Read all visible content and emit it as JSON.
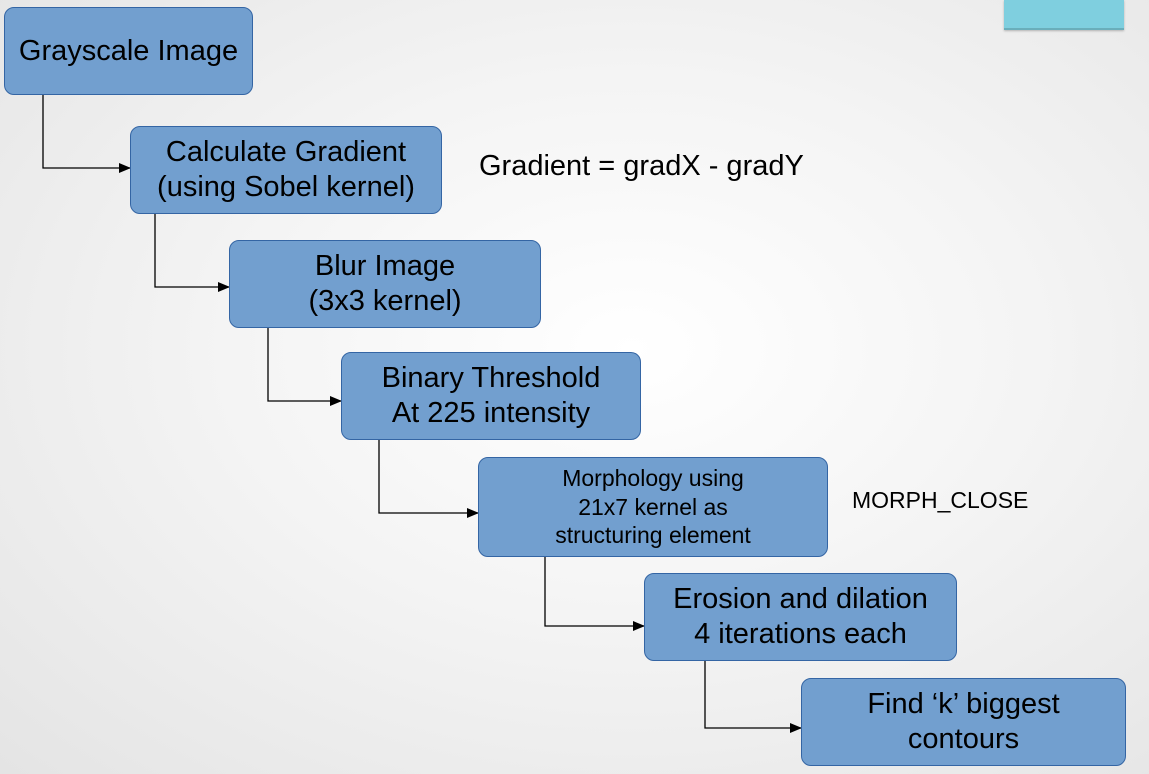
{
  "colors": {
    "box_fill": "#729fcf",
    "box_border": "#3465a4",
    "connector": "#000000",
    "corner_tab": "#7fcfdf"
  },
  "steps": [
    {
      "lines": [
        "Grayscale Image"
      ]
    },
    {
      "lines": [
        "Calculate Gradient",
        "(using Sobel kernel)"
      ]
    },
    {
      "lines": [
        "Blur Image",
        "(3x3 kernel)"
      ]
    },
    {
      "lines": [
        "Binary Threshold",
        "At 225 intensity"
      ]
    },
    {
      "lines": [
        "Morphology using",
        "21x7 kernel as",
        "structuring element"
      ]
    },
    {
      "lines": [
        "Erosion and dilation",
        "4 iterations each"
      ]
    },
    {
      "lines": [
        "Find ‘k’ biggest",
        "contours"
      ]
    }
  ],
  "notes": {
    "gradient_formula": "Gradient = gradX - gradY",
    "morph_op": "MORPH_CLOSE"
  }
}
